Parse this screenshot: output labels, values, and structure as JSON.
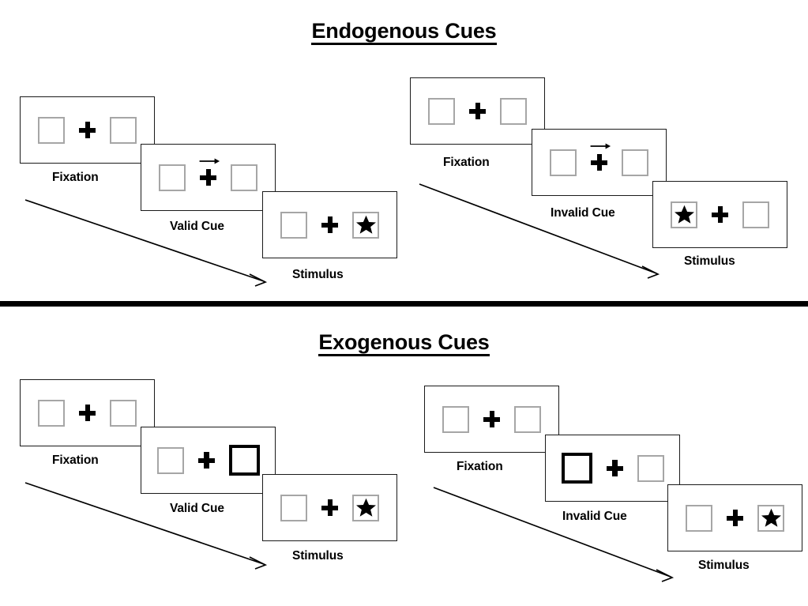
{
  "colors": {
    "ink": "#000000",
    "panel_border": "#1a1a1a",
    "box_border": "#a6a6a6",
    "cued_box_border": "#000000",
    "background": "#ffffff"
  },
  "sections": [
    {
      "id": "endogenous",
      "title": "Endogenous Cues",
      "sequences": [
        {
          "id": "endogenous-valid",
          "cue_type": "arrow",
          "panels": [
            {
              "label": "Fixation",
              "left_box": "empty",
              "right_box": "empty",
              "cue": "none"
            },
            {
              "label": "Valid Cue",
              "left_box": "empty",
              "right_box": "empty",
              "cue": "arrow-right"
            },
            {
              "label": "Stimulus",
              "left_box": "empty",
              "right_box": "star",
              "cue": "none"
            }
          ]
        },
        {
          "id": "endogenous-invalid",
          "cue_type": "arrow",
          "panels": [
            {
              "label": "Fixation",
              "left_box": "empty",
              "right_box": "empty",
              "cue": "none"
            },
            {
              "label": "Invalid Cue",
              "left_box": "empty",
              "right_box": "empty",
              "cue": "arrow-right"
            },
            {
              "label": "Stimulus",
              "left_box": "star",
              "right_box": "empty",
              "cue": "none"
            }
          ]
        }
      ]
    },
    {
      "id": "exogenous",
      "title": "Exogenous Cues",
      "sequences": [
        {
          "id": "exogenous-valid",
          "cue_type": "box-flash",
          "panels": [
            {
              "label": "Fixation",
              "left_box": "empty",
              "right_box": "empty",
              "cue": "none"
            },
            {
              "label": "Valid Cue",
              "left_box": "empty",
              "right_box": "cued",
              "cue": "none"
            },
            {
              "label": "Stimulus",
              "left_box": "empty",
              "right_box": "star",
              "cue": "none"
            }
          ]
        },
        {
          "id": "exogenous-invalid",
          "cue_type": "box-flash",
          "panels": [
            {
              "label": "Fixation",
              "left_box": "empty",
              "right_box": "empty",
              "cue": "none"
            },
            {
              "label": "Invalid Cue",
              "left_box": "cued",
              "right_box": "empty",
              "cue": "none"
            },
            {
              "label": "Stimulus",
              "left_box": "empty",
              "right_box": "star",
              "cue": "none"
            }
          ]
        }
      ]
    }
  ]
}
